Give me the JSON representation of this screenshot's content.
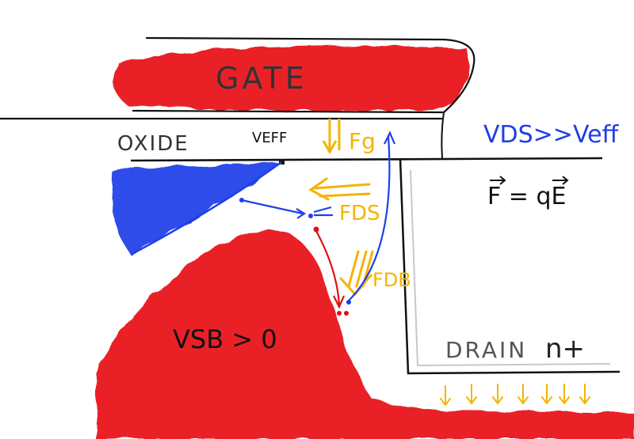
{
  "labels": {
    "gate": "GATE",
    "oxide": "OXIDE",
    "veff": "VEFF",
    "fg": "Fg",
    "vds_relation": "VDS>>Veff",
    "force_equation": "F = qE",
    "fds": "FDS",
    "fdb": "FDB",
    "vsb": "VSB > 0",
    "drain": "DRAIN",
    "drain_type": "n+"
  },
  "colors": {
    "gate_fill": "#e8141c",
    "substrate_fill": "#e8141c",
    "channel_fill": "#1f3ee8",
    "force_arrows": "#f3b400",
    "electron_path": "#1f3ee8",
    "hole_path": "#e01010",
    "outline": "#111111",
    "drain_inner_line": "#c8c8c8"
  }
}
